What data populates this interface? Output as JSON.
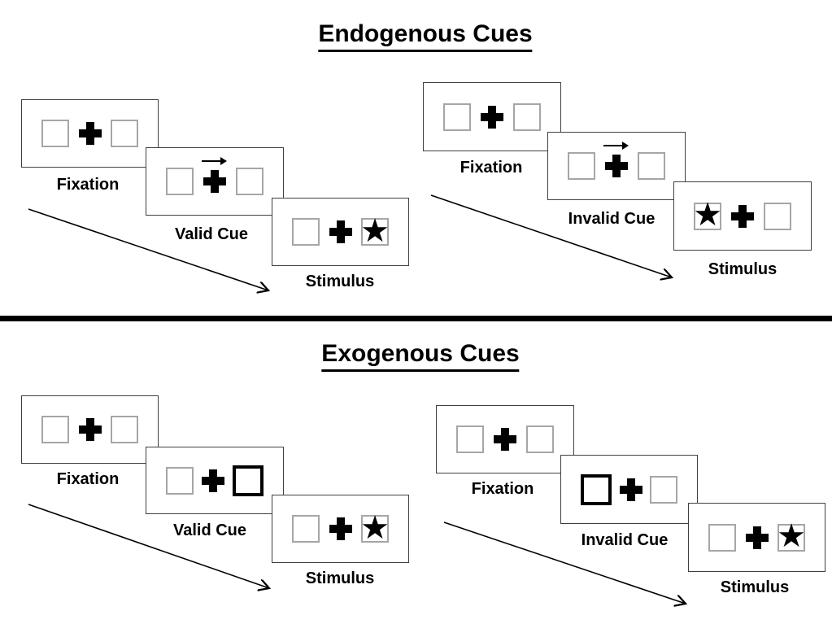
{
  "sections": [
    {
      "id": "endogenous",
      "title": "Endogenous Cues",
      "groups": [
        {
          "id": "valid",
          "steps": [
            {
              "label": "Fixation",
              "type": "fixation"
            },
            {
              "label": "Valid Cue",
              "type": "central-arrow-cue",
              "cue_direction": "right"
            },
            {
              "label": "Stimulus",
              "type": "stimulus",
              "star_side": "right"
            }
          ]
        },
        {
          "id": "invalid",
          "steps": [
            {
              "label": "Fixation",
              "type": "fixation"
            },
            {
              "label": "Invalid Cue",
              "type": "central-arrow-cue",
              "cue_direction": "right"
            },
            {
              "label": "Stimulus",
              "type": "stimulus",
              "star_side": "left"
            }
          ]
        }
      ]
    },
    {
      "id": "exogenous",
      "title": "Exogenous Cues",
      "groups": [
        {
          "id": "valid",
          "steps": [
            {
              "label": "Fixation",
              "type": "fixation"
            },
            {
              "label": "Valid Cue",
              "type": "peripheral-box-cue",
              "bold_side": "right"
            },
            {
              "label": "Stimulus",
              "type": "stimulus",
              "star_side": "right"
            }
          ]
        },
        {
          "id": "invalid",
          "steps": [
            {
              "label": "Fixation",
              "type": "fixation"
            },
            {
              "label": "Invalid Cue",
              "type": "peripheral-box-cue",
              "bold_side": "left"
            },
            {
              "label": "Stimulus",
              "type": "stimulus",
              "star_side": "right"
            }
          ]
        }
      ]
    }
  ],
  "glyphs": {
    "star": "★",
    "fixation_cross": "+",
    "cue_arrow": "→"
  },
  "colors": {
    "background": "#ffffff",
    "ink": "#000000",
    "panel_border": "#3f3f3f",
    "placeholder_square_border": "#a6a6a6"
  }
}
